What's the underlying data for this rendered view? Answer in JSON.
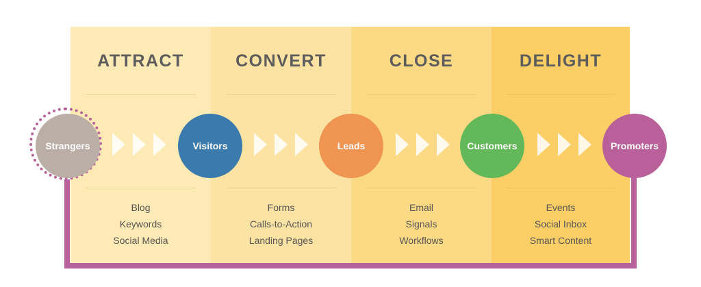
{
  "stages": [
    {
      "title": "ATTRACT",
      "tools": [
        "Blog",
        "Keywords",
        "Social Media"
      ]
    },
    {
      "title": "CONVERT",
      "tools": [
        "Forms",
        "Calls-to-Action",
        "Landing Pages"
      ]
    },
    {
      "title": "CLOSE",
      "tools": [
        "Email",
        "Signals",
        "Workflows"
      ]
    },
    {
      "title": "DELIGHT",
      "tools": [
        "Events",
        "Social Inbox",
        "Smart Content"
      ]
    }
  ],
  "nodes": [
    {
      "label": "Strangers",
      "color": "#bbaea6"
    },
    {
      "label": "Visitors",
      "color": "#3a7aac"
    },
    {
      "label": "Leads",
      "color": "#ef9451"
    },
    {
      "label": "Customers",
      "color": "#63b859"
    },
    {
      "label": "Promoters",
      "color": "#b9609a"
    }
  ],
  "colors": {
    "column_fills": [
      "#fdeab4",
      "#fde3a3",
      "#fcd985",
      "#fccf66"
    ],
    "loop_line": "#b7629a",
    "arrow": "#ffffff"
  }
}
